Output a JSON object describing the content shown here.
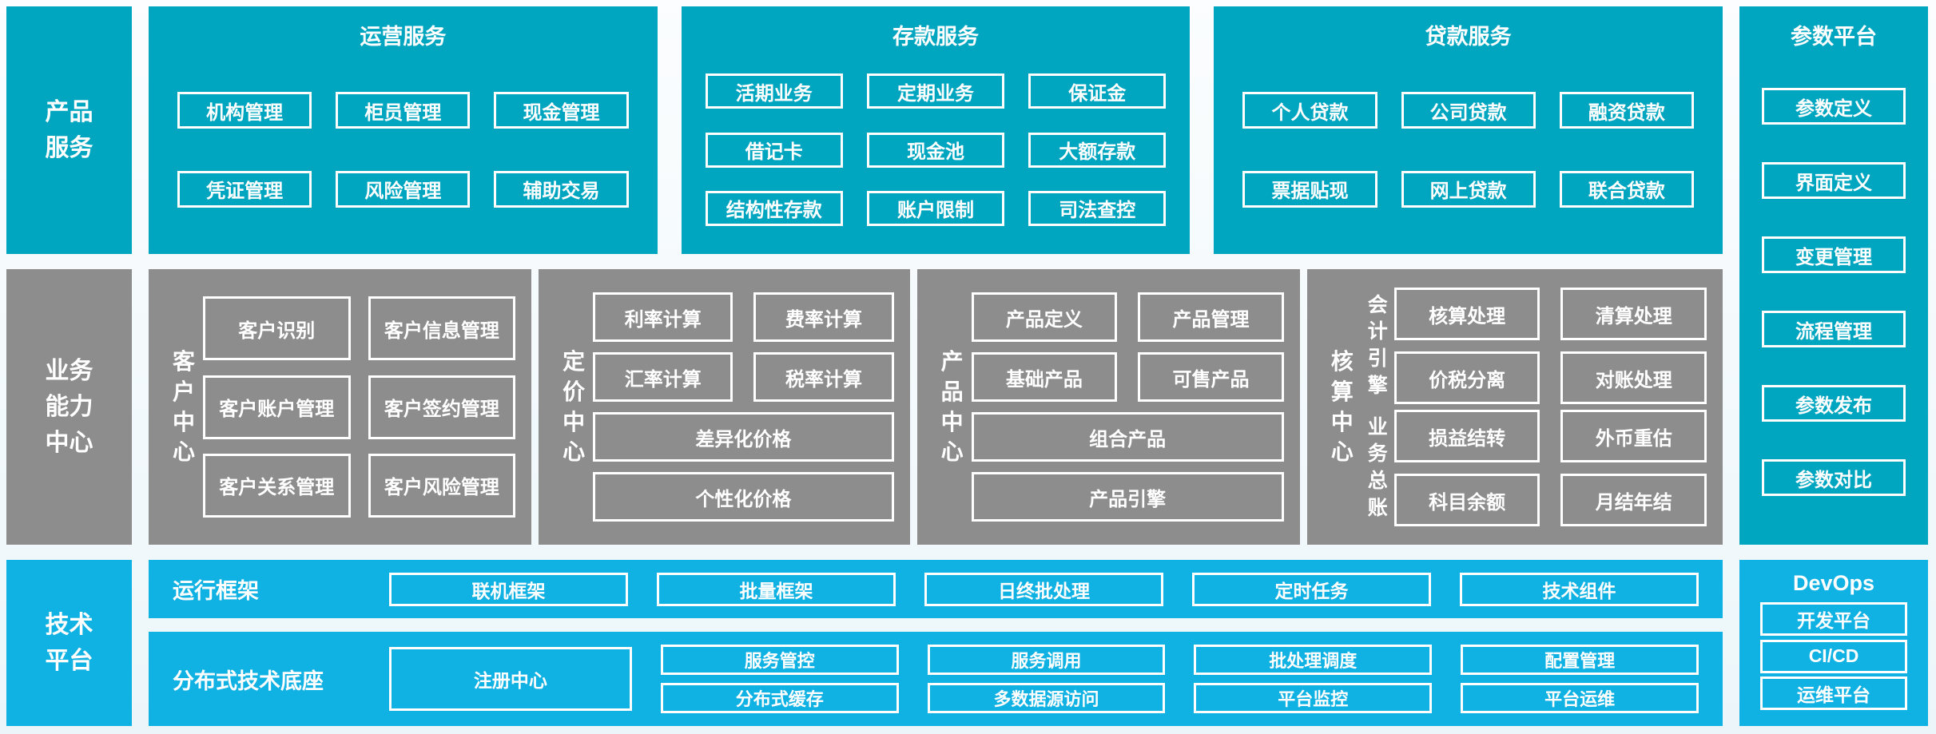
{
  "palette": {
    "teal": "#00a6c0",
    "gray": "#8d8d8d",
    "blue": "#10b1e3",
    "text": "#ffffff"
  },
  "rail": {
    "product": "产品\n服务",
    "business": "业务\n能力\n中心",
    "tech": "技术\n平台"
  },
  "top": {
    "operations": {
      "title": "运营服务",
      "items": [
        "机构管理",
        "柜员管理",
        "现金管理",
        "凭证管理",
        "风险管理",
        "辅助交易"
      ]
    },
    "deposit": {
      "title": "存款服务",
      "items": [
        "活期业务",
        "定期业务",
        "保证金",
        "借记卡",
        "现金池",
        "大额存款",
        "结构性存款",
        "账户限制",
        "司法查控"
      ]
    },
    "loan": {
      "title": "贷款服务",
      "items": [
        "个人贷款",
        "公司贷款",
        "融资贷款",
        "票据贴现",
        "网上贷款",
        "联合贷款"
      ]
    }
  },
  "param": {
    "title": "参数平台",
    "items": [
      "参数定义",
      "界面定义",
      "变更管理",
      "流程管理",
      "参数发布",
      "参数对比"
    ]
  },
  "mid": {
    "customer": {
      "label": "客\n户\n中\n心",
      "items": [
        "客户识别",
        "客户信息管理",
        "客户账户管理",
        "客户签约管理",
        "客户关系管理",
        "客户风险管理"
      ]
    },
    "pricing": {
      "label": "定\n价\n中\n心",
      "items": [
        "利率计算",
        "费率计算",
        "汇率计算",
        "税率计算"
      ],
      "wide": [
        "差异化价格",
        "个性化价格"
      ]
    },
    "product": {
      "label": "产\n品\n中\n心",
      "items": [
        "产品定义",
        "产品管理",
        "基础产品",
        "可售产品"
      ],
      "wide": [
        "组合产品",
        "产品引擎"
      ]
    },
    "accounting": {
      "label": "核\n算\n中\n心",
      "groups": [
        {
          "label": "会\n计\n引\n擎",
          "items": [
            "核算处理",
            "清算处理",
            "价税分离",
            "对账处理"
          ]
        },
        {
          "label": "业\n务\n总\n账",
          "items": [
            "损益结转",
            "外币重估",
            "科目余额",
            "月结年结"
          ]
        }
      ]
    }
  },
  "bottom": {
    "runtime": {
      "title": "运行框架",
      "items": [
        "联机框架",
        "批量框架",
        "日终批处理",
        "定时任务",
        "技术组件"
      ]
    },
    "distributed": {
      "title": "分布式技术底座",
      "registry": "注册中心",
      "grid": [
        "服务管控",
        "服务调用",
        "批处理调度",
        "配置管理",
        "分布式缓存",
        "多数据源访问",
        "平台监控",
        "平台运维"
      ]
    },
    "devops": {
      "title": "DevOps",
      "items": [
        "开发平台",
        "CI/CD",
        "运维平台"
      ]
    }
  }
}
